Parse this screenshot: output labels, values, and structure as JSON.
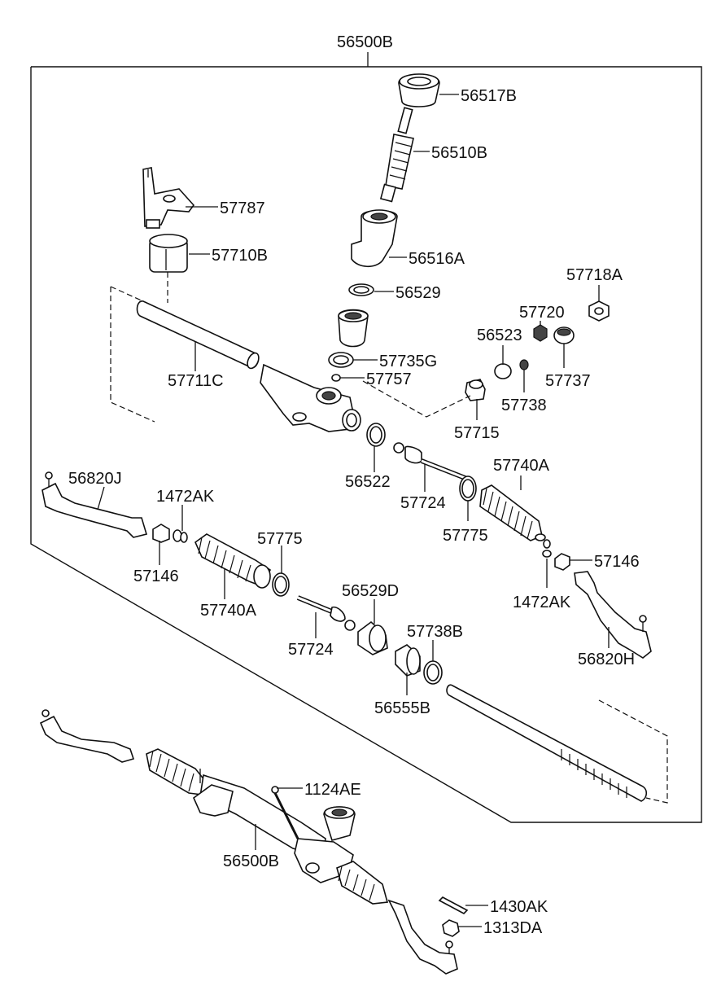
{
  "labels": {
    "p56500B_top": "56500B",
    "p56517B": "56517B",
    "p56510B": "56510B",
    "p57787": "57787",
    "p57710B": "57710B",
    "p56516A": "56516A",
    "p56529": "56529",
    "p57718A": "57718A",
    "p57720": "57720",
    "p56523": "56523",
    "p57737": "57737",
    "p57735G": "57735G",
    "p57757": "57757",
    "p57711C": "57711C",
    "p57738": "57738",
    "p57715": "57715",
    "p56522": "56522",
    "p57740A_r": "57740A",
    "p56820J": "56820J",
    "p1472AK_l": "1472AK",
    "p57724_r": "57724",
    "p57775_r": "57775",
    "p57146_r": "57146",
    "p57775_l": "57775",
    "p57146_l": "57146",
    "p1472AK_r": "1472AK",
    "p56529D": "56529D",
    "p57740A_l": "57740A",
    "p57738B": "57738B",
    "p57724_l": "57724",
    "p56820H": "56820H",
    "p56555B": "56555B",
    "p1124AE": "1124AE",
    "p56500B_bottom": "56500B",
    "p1430AK": "1430AK",
    "p1313DA": "1313DA"
  }
}
